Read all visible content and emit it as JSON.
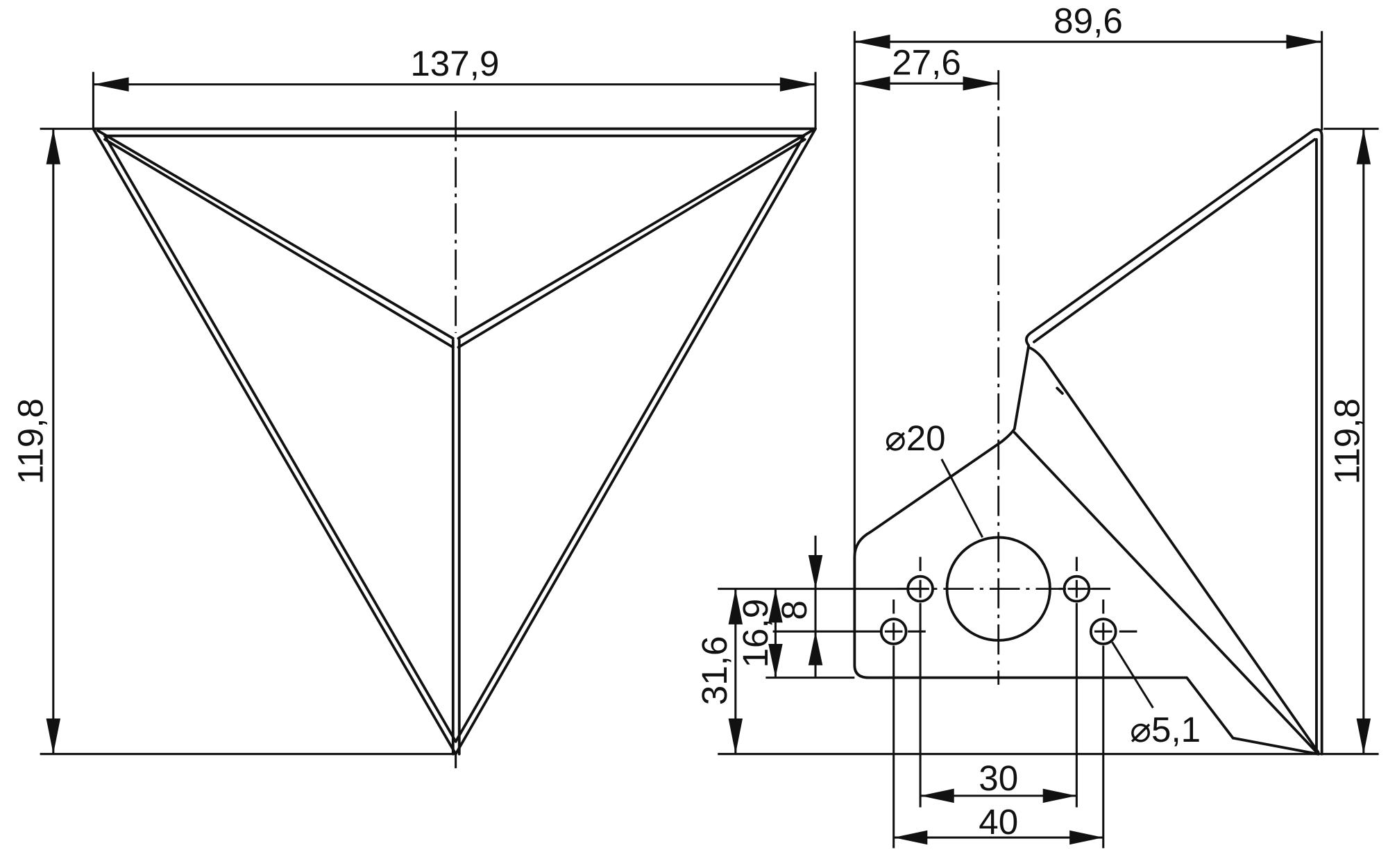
{
  "dimensions": {
    "front_width": "137,9",
    "front_height": "119,8",
    "side_width": "89,6",
    "hole_offset": "27,6",
    "side_height": "119,8",
    "hole_spacing_small": "30",
    "hole_spacing_large": "40",
    "vertical_8": "8",
    "vertical_16_9": "16,9",
    "vertical_31_6": "31,6",
    "large_hole_label": "20",
    "small_hole_label": "5,1"
  },
  "symbols": {
    "diameter": "⌀"
  },
  "colors": {
    "line": "#111111",
    "background": "#ffffff"
  }
}
